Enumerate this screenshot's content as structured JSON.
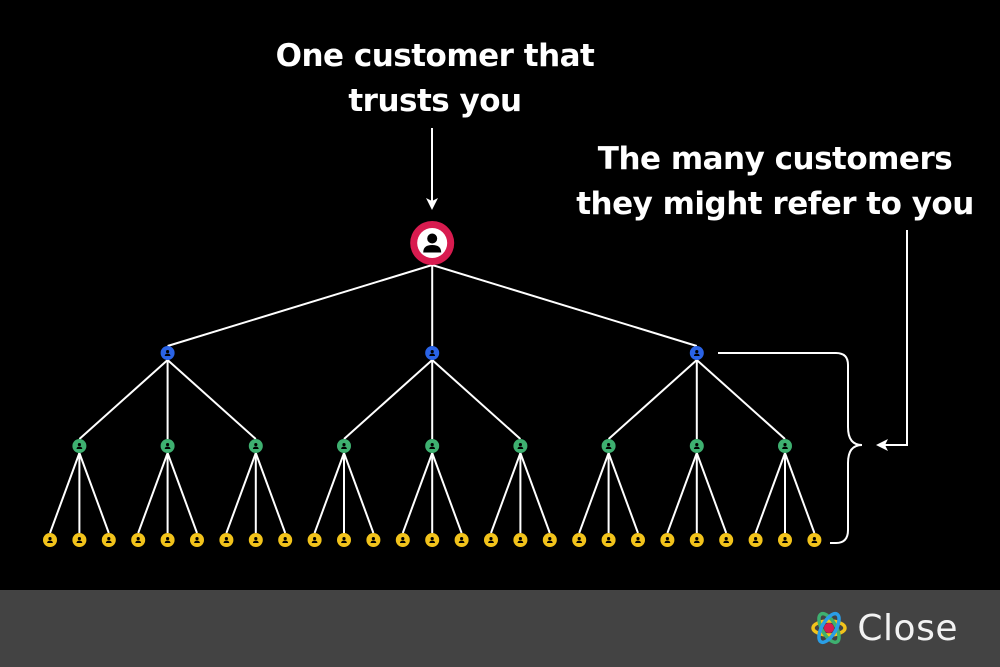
{
  "diagram": {
    "top_caption_lines": [
      "One customer that",
      "trusts you"
    ],
    "side_caption_lines": [
      "The many customers",
      "they might refer to you"
    ],
    "levels": [
      {
        "name": "trusted-customer",
        "count": 1,
        "children_each": 3,
        "color": "#d81b4f"
      },
      {
        "name": "referral-level-1",
        "count": 3,
        "children_each": 3,
        "color": "#2a63e6"
      },
      {
        "name": "referral-level-2",
        "count": 9,
        "children_each": 3,
        "color": "#3eb070"
      },
      {
        "name": "referral-level-3",
        "count": 27,
        "children_each": 0,
        "color": "#f2c31b"
      }
    ],
    "icons": {
      "person": "person-icon",
      "arrow": "arrow-down-icon",
      "brace": "curly-brace"
    },
    "colors": {
      "background": "#000000",
      "lines": "#ffffff",
      "footer": "#434343"
    }
  },
  "footer": {
    "brand": "Close",
    "logo_icon": "close-logo-icon"
  }
}
